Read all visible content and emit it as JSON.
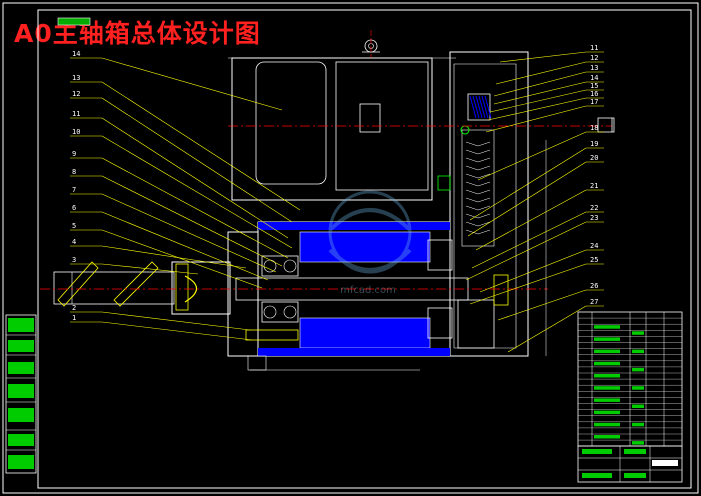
{
  "title": "A0主轴箱总体设计图",
  "part_numbers_left": [
    "14",
    "13",
    "12",
    "11",
    "10",
    "9",
    "8",
    "7",
    "6",
    "5",
    "4",
    "3",
    "2",
    "1"
  ],
  "part_numbers_right": [
    "11",
    "12",
    "13",
    "14",
    "15",
    "16",
    "17",
    "18",
    "19",
    "20",
    "21",
    "22",
    "23",
    "24",
    "25",
    "26",
    "27"
  ],
  "side_stamps": [
    "",
    "",
    "",
    "",
    "",
    "",
    "",
    ""
  ],
  "watermark_text": "mfcad.com",
  "colors": {
    "background": "#000000",
    "title": "#ff2020",
    "outline": "#ffffff",
    "centerline": "#ff0000",
    "geometry": "#ffff00",
    "hatch": "#0000ff",
    "section_fill": "#00ff00",
    "leader": "#ffff00"
  }
}
